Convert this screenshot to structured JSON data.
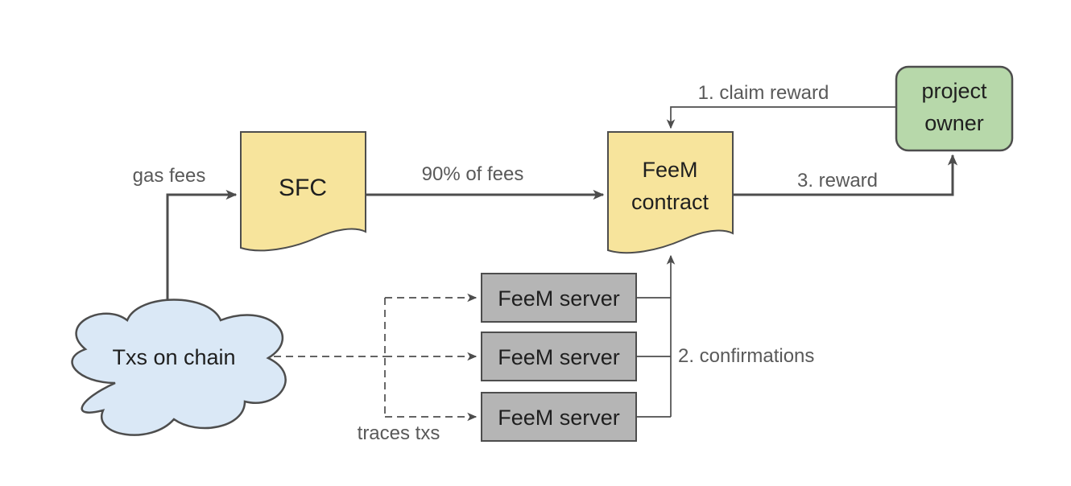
{
  "diagram": {
    "nodes": {
      "txs_cloud": {
        "label": "Txs on chain"
      },
      "sfc": {
        "label": "SFC"
      },
      "feem_contract": {
        "label": "FeeM\ncontract"
      },
      "project_owner": {
        "label": "project\nowner"
      },
      "feem_server_1": {
        "label": "FeeM server"
      },
      "feem_server_2": {
        "label": "FeeM server"
      },
      "feem_server_3": {
        "label": "FeeM server"
      }
    },
    "edges": {
      "gas_fees": {
        "label": "gas fees"
      },
      "fees_90": {
        "label": "90% of fees"
      },
      "claim_reward": {
        "label": "1. claim reward"
      },
      "reward": {
        "label": "3. reward"
      },
      "confirmations": {
        "label": "2. confirmations"
      },
      "traces_txs": {
        "label": "traces txs"
      }
    },
    "colors": {
      "background": "#FFFFFF",
      "document_fill": "#F7E49C",
      "cloud_fill": "#DAE8F6",
      "server_fill": "#B5B5B5",
      "owner_fill": "#B7D8AA",
      "stroke": "#4D4D4D",
      "edge_label_text": "#595959",
      "node_text": "#1F1F1F"
    }
  }
}
